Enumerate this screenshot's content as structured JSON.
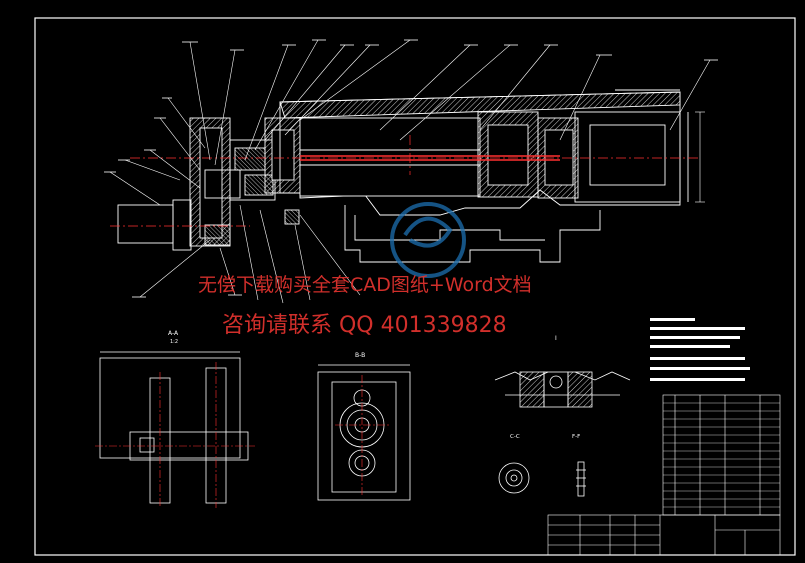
{
  "watermark": {
    "line1": "无偿下载购买全套CAD图纸+Word文档",
    "line2": "咨询请联系 QQ 401339828"
  },
  "labels": {
    "section_a": "A-A",
    "scale_a": "1:2",
    "section_b": "B-B",
    "section_c": "C-C",
    "section_detail": "F-F",
    "detail_i": "I"
  },
  "colors": {
    "background": "#000000",
    "outline": "#ffffff",
    "centerline": "#ff3030",
    "leader": "#ffffff",
    "watermark": "#e3342f",
    "logo": "#1c6fb0"
  }
}
